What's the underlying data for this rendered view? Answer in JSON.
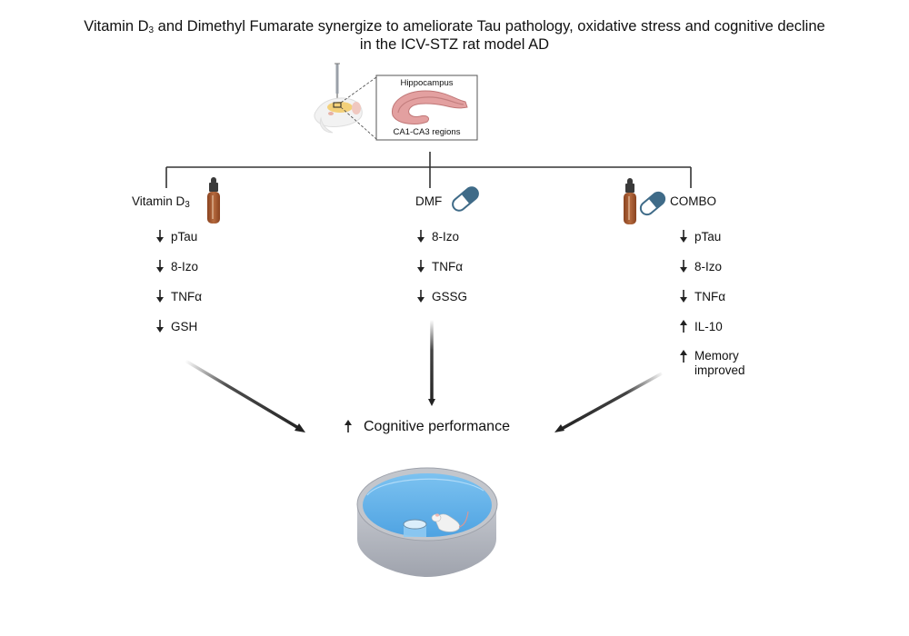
{
  "title": {
    "line1_prefix": "Vitamin D",
    "line1_sub": "3",
    "line1_suffix": " and Dimethyl Fumarate synergize to ameliorate Tau pathology, oxidative stress and cognitive decline",
    "line2": "in the ICV-STZ rat model AD"
  },
  "inset": {
    "top_label": "Hippocampus",
    "bottom_label": "CA1-CA3 regions"
  },
  "branches": [
    {
      "label_prefix": "Vitamin D",
      "label_sub": "3",
      "icon": "dropper-bottle-icon",
      "effects": [
        {
          "direction": "down",
          "text": "pTau"
        },
        {
          "direction": "down",
          "text": "8-Izo"
        },
        {
          "direction": "down",
          "text": "TNFα"
        },
        {
          "direction": "down",
          "text": "GSH"
        }
      ]
    },
    {
      "label": "DMF",
      "icon": "capsule-icon",
      "effects": [
        {
          "direction": "down",
          "text": "8-Izo"
        },
        {
          "direction": "down",
          "text": "TNFα"
        },
        {
          "direction": "down",
          "text": "GSSG"
        }
      ]
    },
    {
      "label": "COMBO",
      "icon": "dropper-bottle-and-capsule-icon",
      "effects": [
        {
          "direction": "down",
          "text": "pTau"
        },
        {
          "direction": "down",
          "text": "8-Izo"
        },
        {
          "direction": "down",
          "text": "TNFα"
        },
        {
          "direction": "up",
          "text": "IL-10"
        },
        {
          "direction": "up",
          "text": "Memory",
          "text2": "improved"
        }
      ]
    }
  ],
  "outcome": {
    "direction": "up",
    "text": "Cognitive performance"
  },
  "colors": {
    "capsule": "#3f6b88",
    "bottle": "#a0522d",
    "cap": "#3a3a3a",
    "water": "#5aaee8",
    "pool": "#b9bcc4",
    "hippocampus": "#e3a0a0",
    "brain_highlight": "#f3cc6b"
  }
}
